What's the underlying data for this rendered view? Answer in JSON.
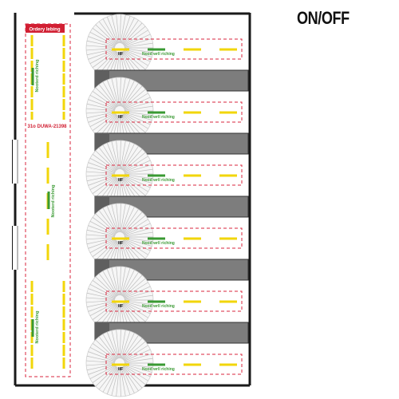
{
  "page": {
    "title": "ON/OFF"
  },
  "left_zone": {
    "header_label": "Ordery Iebing",
    "mid_label": "31o DUWA-21398",
    "vertical_labels": [
      "Nooterd riching",
      "Nooterd riching",
      "Nooterd riching"
    ]
  },
  "bays": {
    "count": 6,
    "if_label": "IIF",
    "green_label": "Nood wrll riching"
  },
  "colors": {
    "wall": "#1a1a1a",
    "dash": "#d9263e",
    "yellow": "#f2d60a",
    "green": "#3a9a33",
    "gray_bar": "#7d7d7d",
    "fan_lines": "#bdbdbd",
    "header_fill": "#d11f32"
  }
}
